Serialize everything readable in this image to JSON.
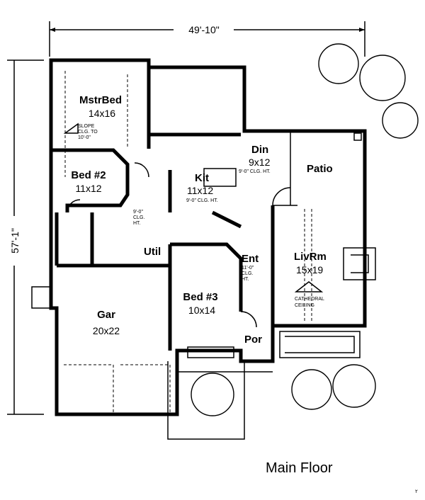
{
  "dimensions": {
    "width": "49'-10\"",
    "depth": "57'-1\""
  },
  "rooms": {
    "master_bed": {
      "name": "MstrBed",
      "size": "14x16",
      "note1": "SLOPE",
      "note2": "CLG. TO",
      "note3": "10'-0\""
    },
    "bed2": {
      "name": "Bed #2",
      "size": "11x12"
    },
    "hall_note": {
      "l1": "9'-0\"",
      "l2": "CLG.",
      "l3": "HT."
    },
    "kitchen": {
      "name": "Kit",
      "size": "11x12",
      "note": "9'-0\" CLG. HT."
    },
    "dining": {
      "name": "Din",
      "size": "9x12",
      "note": "9'-0\" CLG. HT."
    },
    "patio": {
      "name": "Patio"
    },
    "utility": {
      "name": "Util"
    },
    "entry": {
      "name": "Ent",
      "l1": "11'-0\"",
      "l2": "CLG.",
      "l3": "HT."
    },
    "living": {
      "name": "LivRm",
      "size": "15x19",
      "note1": "CATHEDRAL",
      "note2": "CEILING"
    },
    "bed3": {
      "name": "Bed #3",
      "size": "10x14"
    },
    "garage": {
      "name": "Gar",
      "size": "20x22"
    },
    "porch": {
      "name": "Por"
    }
  },
  "caption": "Main Floor",
  "corner_mark": "٢"
}
